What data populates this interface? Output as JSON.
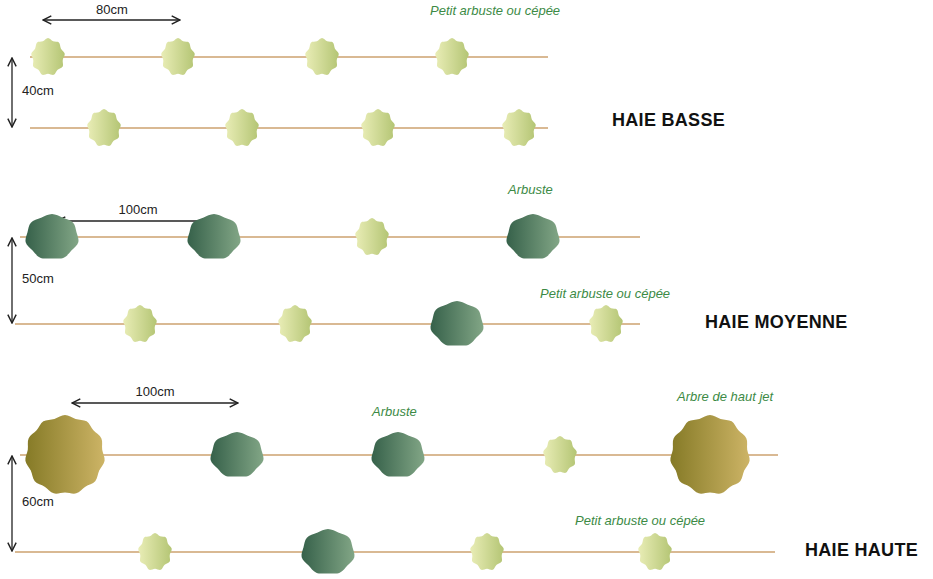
{
  "diagram": {
    "labels": [
      "80cm",
      "Petit arbuste ou cépée",
      "40cm",
      "HAIE BASSE",
      "100cm",
      "Arbuste",
      "50cm",
      "Petit arbuste ou cépée",
      "HAIE MOYENNE",
      "100cm",
      "Arbuste",
      "Arbre de haut jet",
      "60cm",
      "Petit arbuste ou cépée",
      "HAIE HAUTE"
    ]
  }
}
